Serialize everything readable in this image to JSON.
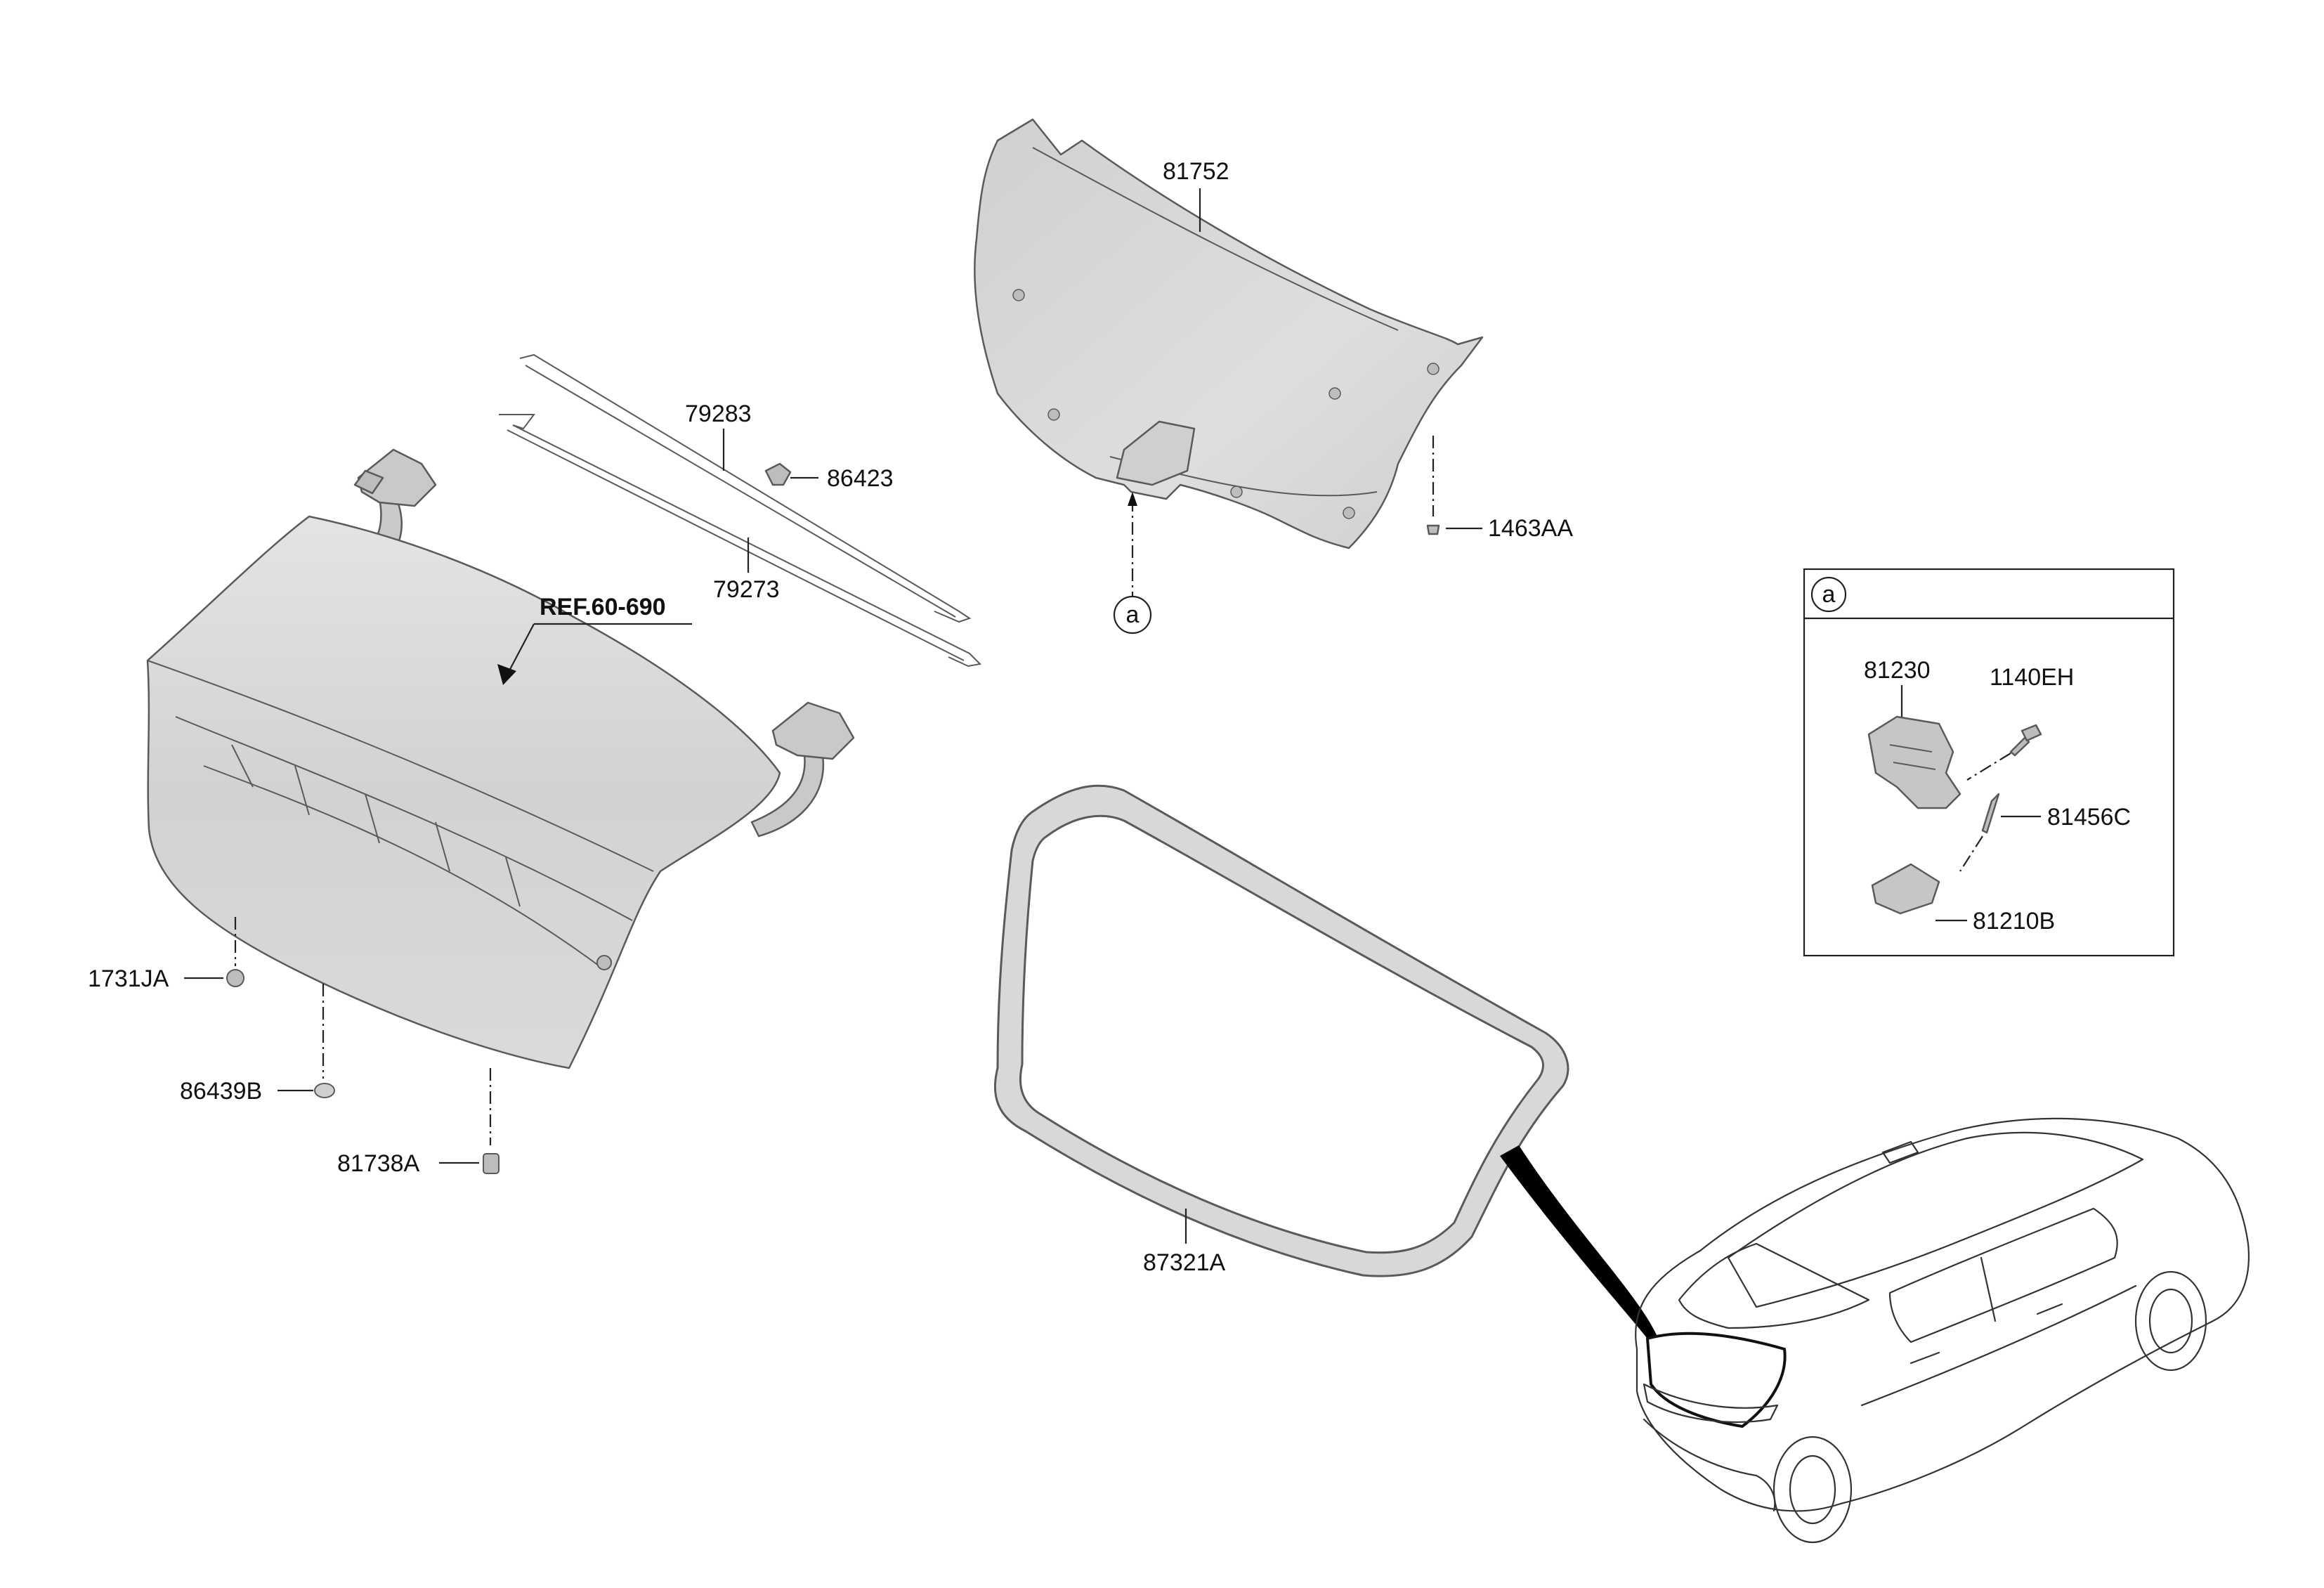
{
  "parts": {
    "trim_panel": "81752",
    "rod_upper": "79283",
    "rod_lower": "79273",
    "clip": "86423",
    "screw_trim": "1463AA",
    "ref": "REF.60-690",
    "bumper_a": "1731JA",
    "plug": "86439B",
    "bumper_b": "81738A",
    "weatherstrip": "87321A"
  },
  "callout": {
    "marker": "a",
    "latch": "81230",
    "bolt": "1140EH",
    "pin": "81456C",
    "cover": "81210B"
  },
  "colors": {
    "part_fill": "#dcdcdc",
    "part_stroke": "#5a5a5a",
    "line": "#222222"
  }
}
